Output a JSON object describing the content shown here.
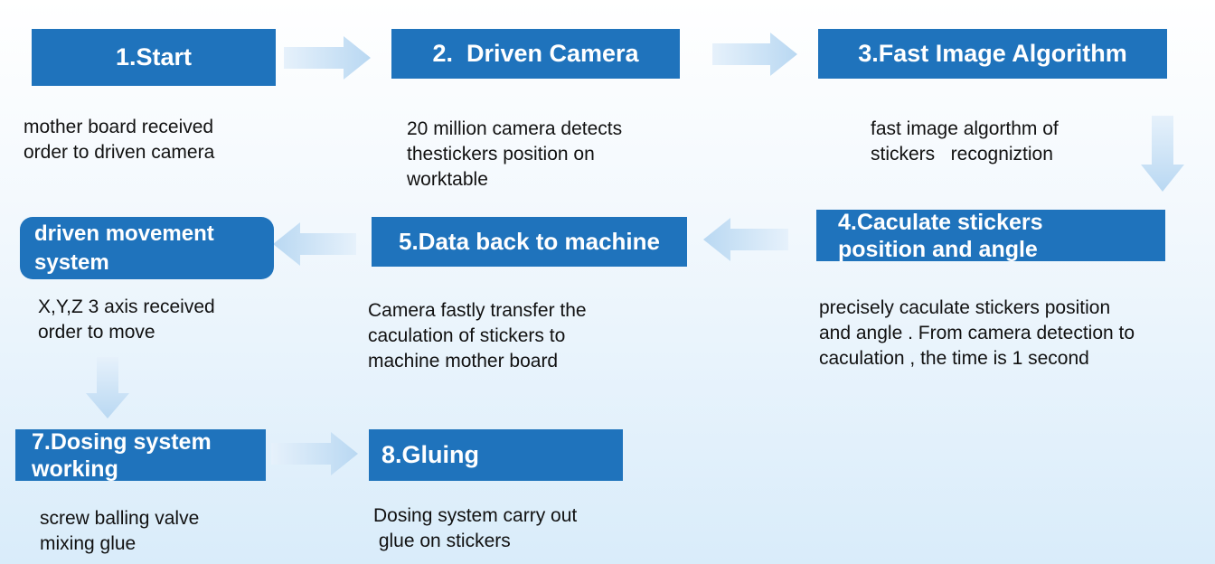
{
  "steps": [
    {
      "title": "1.Start",
      "desc": "mother board received\norder to driven camera"
    },
    {
      "title": "2.  Driven Camera",
      "desc": "20 million camera detects\nthestickers position on\nworktable"
    },
    {
      "title": "3.Fast Image Algorithm",
      "desc": "fast image algorthm of\nstickers   recogniztion"
    },
    {
      "title_line1": "4.Caculate stickers",
      "title_line2": "position and angle",
      "desc": "precisely caculate stickers position\nand angle . From camera detection to\ncaculation , the time is 1 second"
    },
    {
      "title": "5.Data back to machine",
      "desc": "Camera fastly transfer the\ncaculation of stickers to\nmachine mother board"
    },
    {
      "title_line1": "driven movement",
      "title_line2": "system",
      "desc": "X,Y,Z 3 axis received\norder to move"
    },
    {
      "title_line1": "7.Dosing system",
      "title_line2": "working",
      "desc": "screw balling valve\nmixing glue"
    },
    {
      "title": "8.Gluing",
      "desc": "Dosing system carry out\n glue on stickers"
    }
  ],
  "colors": {
    "box": "#1f73bc",
    "arrow": "#bcd9f1",
    "text": "#111111"
  },
  "arrows": [
    "arrow-right",
    "arrow-right",
    "arrow-down",
    "arrow-left",
    "arrow-left",
    "arrow-down",
    "arrow-right"
  ]
}
